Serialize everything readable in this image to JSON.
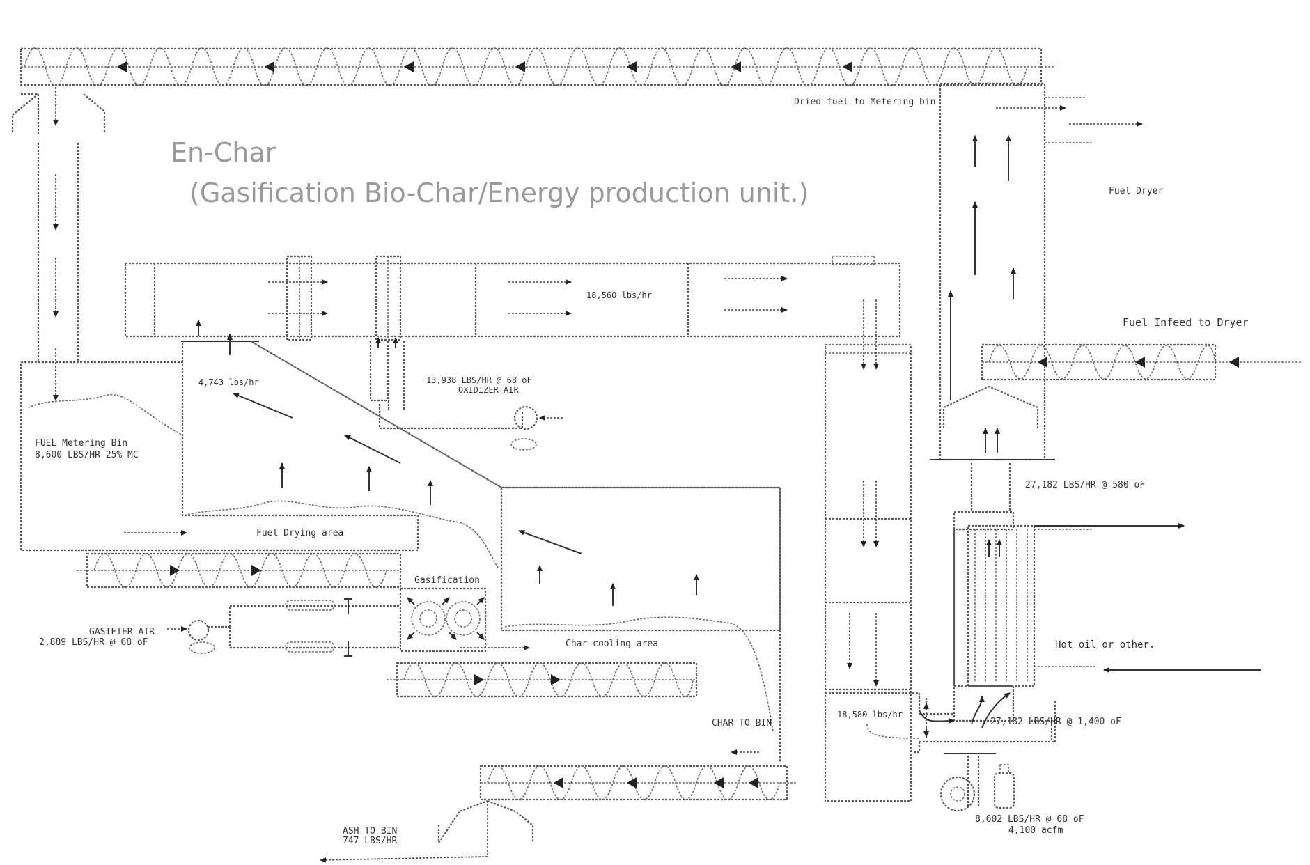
{
  "title": {
    "line1": "En-Char",
    "line2": "(Gasification Bio-Char/Energy production unit.)"
  },
  "labels": {
    "dried_fuel": "Dried fuel to Metering bin",
    "fuel_dryer": "Fuel Dryer",
    "fuel_infeed": "Fuel Infeed to Dryer",
    "flow_18560_top": "18,560 lbs/hr",
    "flow_4743": "4,743 lbs/hr",
    "oxidizer_air_1": "13,938 LBS/HR @ 68 oF",
    "oxidizer_air_2": "OXIDIZER AIR",
    "metering_bin_1": "FUEL Metering Bin",
    "metering_bin_2": "8,600 LBS/HR 25% MC",
    "fuel_drying": "Fuel Drying area",
    "gasification": "Gasification",
    "gasifier_air_1": "GASIFIER AIR",
    "gasifier_air_2": "2,889 LBS/HR @ 68 oF",
    "char_cooling": "Char cooling area",
    "char_to_bin": "CHAR TO BIN",
    "flow_27182_580": "27,182 LBS/HR @ 580 oF",
    "hot_oil": "Hot oil or other.",
    "flow_18580_low": "18,580 lbs/hr",
    "flow_27182_1400": "27,182 LBS/HR @ 1,400 oF",
    "ash_1": "ASH TO BIN",
    "ash_2": "747 LBS/HR",
    "air_fan_1": "8,602 LBS/HR @ 68 oF",
    "air_fan_2": "4,100 acfm"
  }
}
